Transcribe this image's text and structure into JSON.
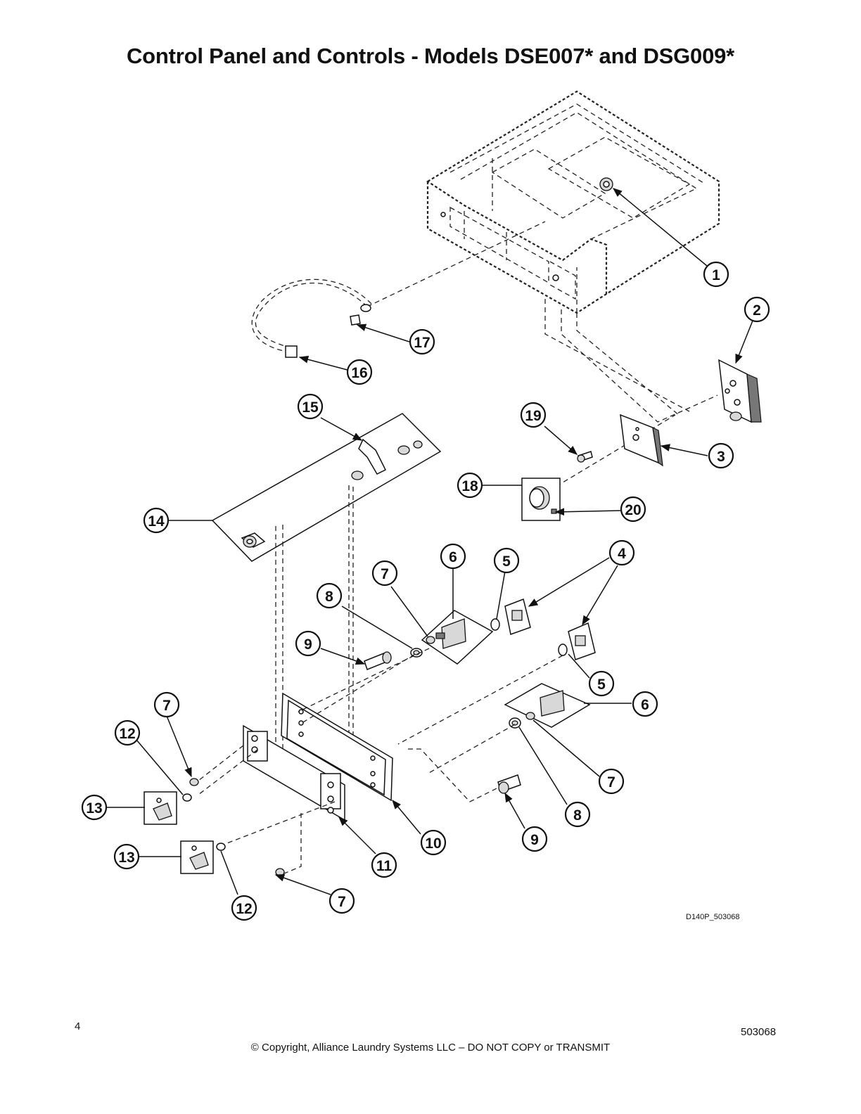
{
  "page": {
    "title": "Control Panel and Controls - Models DSE007* and DSG009*",
    "figure_ref": "D140P_503068",
    "page_number": "4",
    "copyright": "© Copyright, Alliance Laundry Systems LLC – DO NOT COPY or TRANSMIT",
    "doc_number": "503068"
  },
  "callouts": [
    {
      "id": "c1",
      "label": "1"
    },
    {
      "id": "c2",
      "label": "2"
    },
    {
      "id": "c3",
      "label": "3"
    },
    {
      "id": "c4",
      "label": "4"
    },
    {
      "id": "c5a",
      "label": "5"
    },
    {
      "id": "c5b",
      "label": "5"
    },
    {
      "id": "c6a",
      "label": "6"
    },
    {
      "id": "c6b",
      "label": "6"
    },
    {
      "id": "c7a",
      "label": "7"
    },
    {
      "id": "c7b",
      "label": "7"
    },
    {
      "id": "c7c",
      "label": "7"
    },
    {
      "id": "c7d",
      "label": "7"
    },
    {
      "id": "c8a",
      "label": "8"
    },
    {
      "id": "c8b",
      "label": "8"
    },
    {
      "id": "c9a",
      "label": "9"
    },
    {
      "id": "c9b",
      "label": "9"
    },
    {
      "id": "c10",
      "label": "10"
    },
    {
      "id": "c11",
      "label": "11"
    },
    {
      "id": "c12a",
      "label": "12"
    },
    {
      "id": "c12b",
      "label": "12"
    },
    {
      "id": "c13a",
      "label": "13"
    },
    {
      "id": "c13b",
      "label": "13"
    },
    {
      "id": "c14",
      "label": "14"
    },
    {
      "id": "c15",
      "label": "15"
    },
    {
      "id": "c16",
      "label": "16"
    },
    {
      "id": "c17",
      "label": "17"
    },
    {
      "id": "c18",
      "label": "18"
    },
    {
      "id": "c19",
      "label": "19"
    },
    {
      "id": "c20",
      "label": "20"
    }
  ]
}
